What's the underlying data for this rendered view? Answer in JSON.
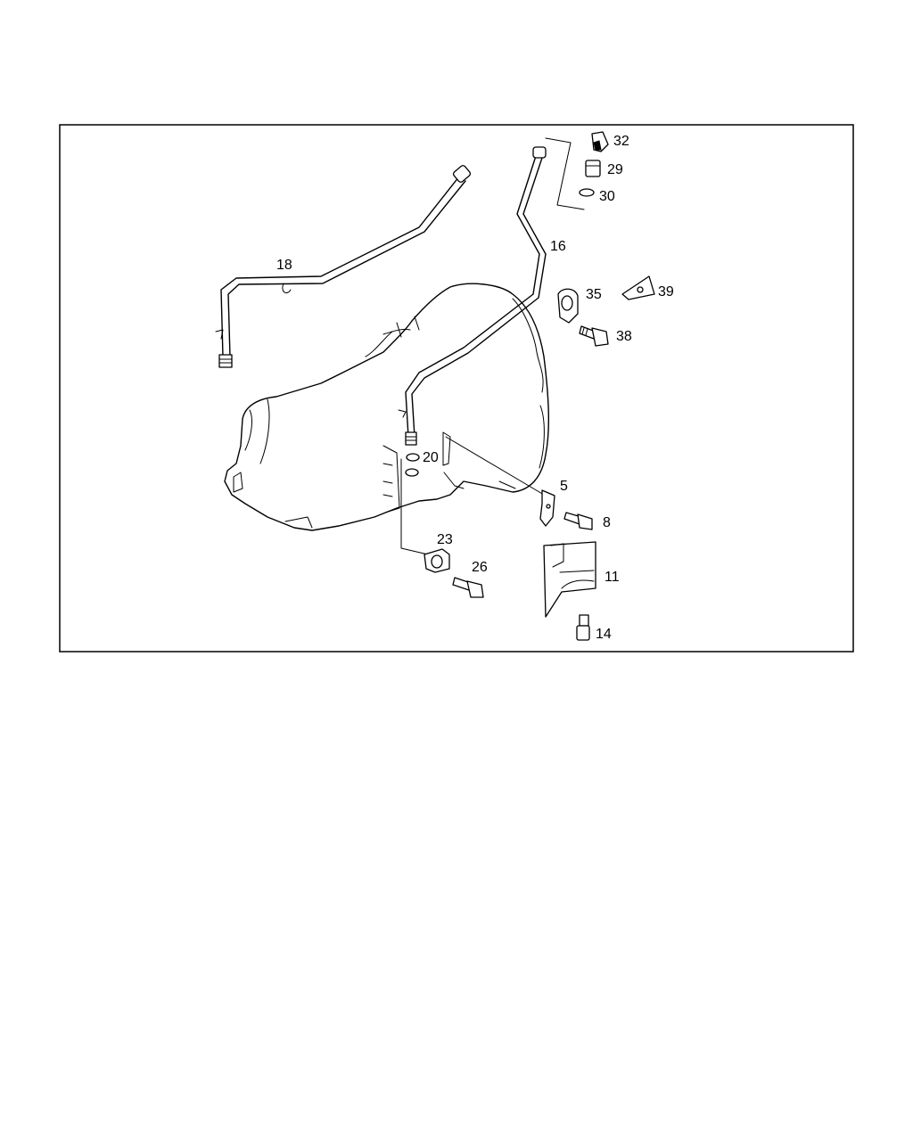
{
  "diagram": {
    "callouts": [
      {
        "id": "p32",
        "text": "32"
      },
      {
        "id": "p29",
        "text": "29"
      },
      {
        "id": "p30",
        "text": "30"
      },
      {
        "id": "p16",
        "text": "16"
      },
      {
        "id": "p18",
        "text": "18"
      },
      {
        "id": "p35",
        "text": "35"
      },
      {
        "id": "p39",
        "text": "39"
      },
      {
        "id": "p38",
        "text": "38"
      },
      {
        "id": "p20",
        "text": "20"
      },
      {
        "id": "p5",
        "text": "5"
      },
      {
        "id": "p8",
        "text": "8"
      },
      {
        "id": "p23",
        "text": "23"
      },
      {
        "id": "p26",
        "text": "26"
      },
      {
        "id": "p11",
        "text": "11"
      },
      {
        "id": "p14",
        "text": "14"
      }
    ]
  }
}
